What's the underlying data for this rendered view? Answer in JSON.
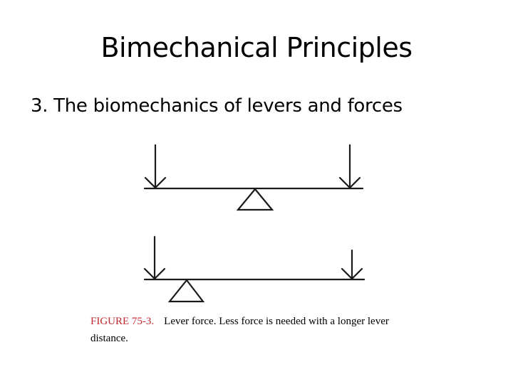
{
  "slide": {
    "title": "Bimechanical Principles",
    "bullet": "3. The biomechanics of levers and forces"
  },
  "figure": {
    "label": "FIGURE 75-3.",
    "caption_line1": "Lever force. Less force is needed with a longer lever",
    "caption_line2": "distance.",
    "label_color": "#c0272d"
  }
}
